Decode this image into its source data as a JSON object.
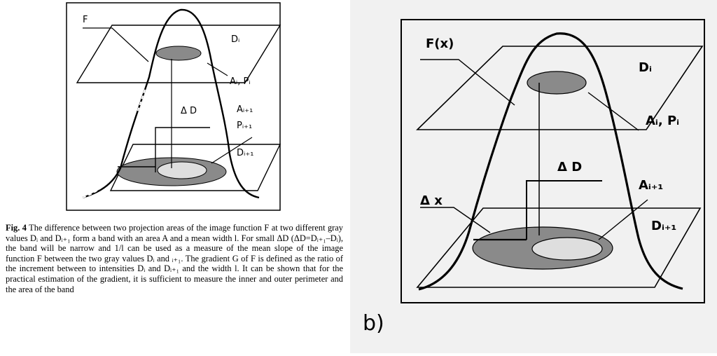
{
  "figure_a": {
    "labels": {
      "F": "F",
      "Di": "Dᵢ",
      "AiPi": "Aᵢ, Pᵢ",
      "deltaD": "Δ D",
      "Ai1": "Aᵢ₊₁",
      "Pi1": "Pᵢ₊₁",
      "Di1": "Dᵢ₊₁"
    }
  },
  "figure_b": {
    "labels": {
      "Fx": "F(x)",
      "Di": "Dᵢ",
      "AiPi": "Aᵢ, Pᵢ",
      "deltaD": "Δ D",
      "deltaX": "Δ x",
      "Ai1": "Aᵢ₊₁",
      "Di1": "Dᵢ₊₁"
    },
    "panel_label": "b)"
  },
  "caption": {
    "fig_label": "Fig. 4",
    "text": " The difference between two projection areas of the image function F at two different gray values Dᵢ and Dᵢ₊₁ form a band with an area A and a mean width l. For small ΔD (ΔD=Dᵢ₊₁–Dᵢ), the band will be narrow and 1/l can be used as a measure of the mean slope of the image function F between the two gray values Dᵢ and ᵢ₊₁. The gradient G of F is defined as the ratio of the increment between to intensities Dᵢ and Dᵢ₊₁ and the width l. It can be shown that for the practical estimation of the gradient, it is sufficient to measure the inner and outer perimeter and the area of the band"
  },
  "colors": {
    "ellipse_dark": "#8a8a8a",
    "ellipse_light": "#dedede",
    "right_background": "#f1f1f1"
  }
}
